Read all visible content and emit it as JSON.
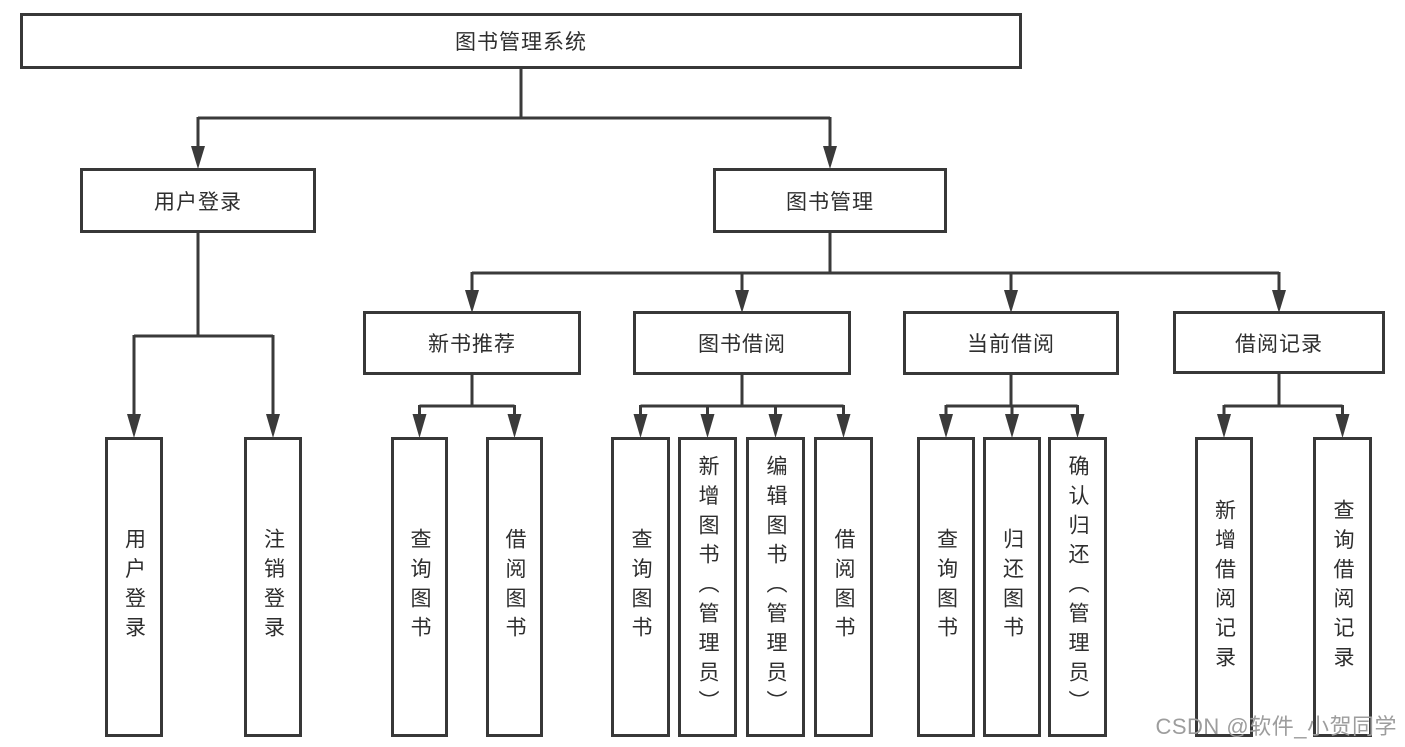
{
  "colors": {
    "box_border": "#383838",
    "connector": "#3a3a3a",
    "text": "#2e2e2e",
    "watermark": "#9d9d9d",
    "background": "#ffffff"
  },
  "watermark": "CSDN @软件_小贺同学",
  "tree": {
    "root": "图书管理系统",
    "branches": [
      {
        "label": "用户登录",
        "children": [
          "用户登录",
          "注销登录"
        ]
      },
      {
        "label": "图书管理",
        "groups": [
          {
            "label": "新书推荐",
            "children": [
              "查询图书",
              "借阅图书"
            ]
          },
          {
            "label": "图书借阅",
            "children": [
              "查询图书",
              "新增图书（管理员）",
              "编辑图书（管理员）",
              "借阅图书"
            ]
          },
          {
            "label": "当前借阅",
            "children": [
              "查询图书",
              "归还图书",
              "确认归还（管理员）"
            ]
          },
          {
            "label": "借阅记录",
            "children": [
              "新增借阅记录",
              "查询借阅记录"
            ]
          }
        ]
      }
    ]
  }
}
